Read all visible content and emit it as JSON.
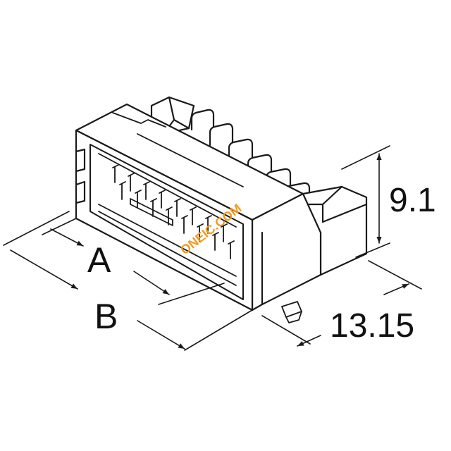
{
  "dimensions": {
    "a_label": "A",
    "b_label": "B",
    "height_value": "9.1",
    "depth_value": "13.15"
  },
  "watermark": {
    "text": "ONEIC.COM"
  },
  "colors": {
    "line": "#1a1a1a",
    "fill": "#ffffff",
    "watermark": "#f39a1e"
  }
}
